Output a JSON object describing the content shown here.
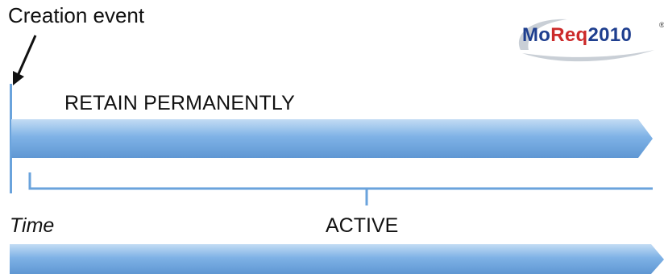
{
  "labels": {
    "creation_event": "Creation event",
    "retain_permanently": "RETAIN PERMANENTLY",
    "time": "Time",
    "active": "ACTIVE"
  },
  "logo": {
    "part1": "Mo",
    "part2": "Req",
    "part3": "2010",
    "registered_mark": "®"
  },
  "colors": {
    "arrow_blue": "#7fb2e6",
    "arrow_blue_light": "#c3dcf4",
    "arrow_blue_dark": "#5f97d3",
    "bracket_blue": "#6aa3dc",
    "logo_blue": "#1f3f8f",
    "logo_red": "#cc2a2a",
    "logo_swoosh": "#c9cfd6"
  }
}
